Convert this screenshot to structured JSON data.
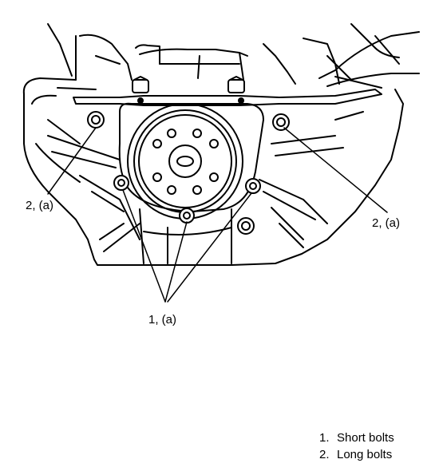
{
  "callouts": {
    "left_long": "2, (a)",
    "right_long": "2, (a)",
    "bottom_short": "1, (a)"
  },
  "legend": [
    {
      "number": "1.",
      "label": "Short bolts"
    },
    {
      "number": "2.",
      "label": "Long bolts"
    }
  ]
}
